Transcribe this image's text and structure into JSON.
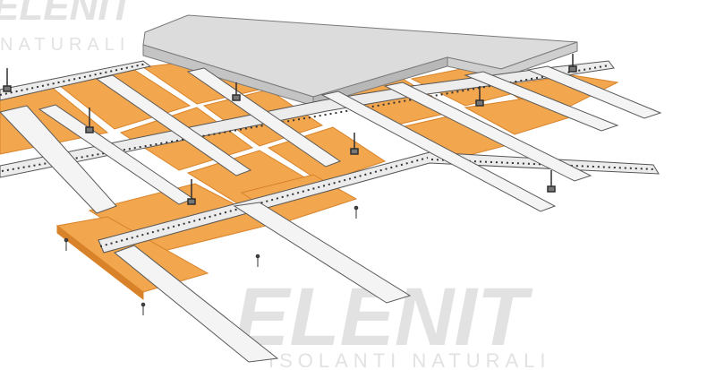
{
  "watermark": {
    "brand": "ELENIT",
    "tagline": "ISOLANTI NATURALI",
    "corner_brand": "ELENIT",
    "corner_tagline": "NATURALI"
  },
  "colors": {
    "panel": "#f2a64e",
    "panel_edge": "#d8832a",
    "rail": "#e9e9e9",
    "rail_edge": "#5a5a5a",
    "board_top": "#d9d9d9",
    "board_side": "#bdbdbd",
    "watermark": "#d6d6d6"
  },
  "icons": [
    "hanger-rod-icon",
    "fixing-screw-icon"
  ]
}
